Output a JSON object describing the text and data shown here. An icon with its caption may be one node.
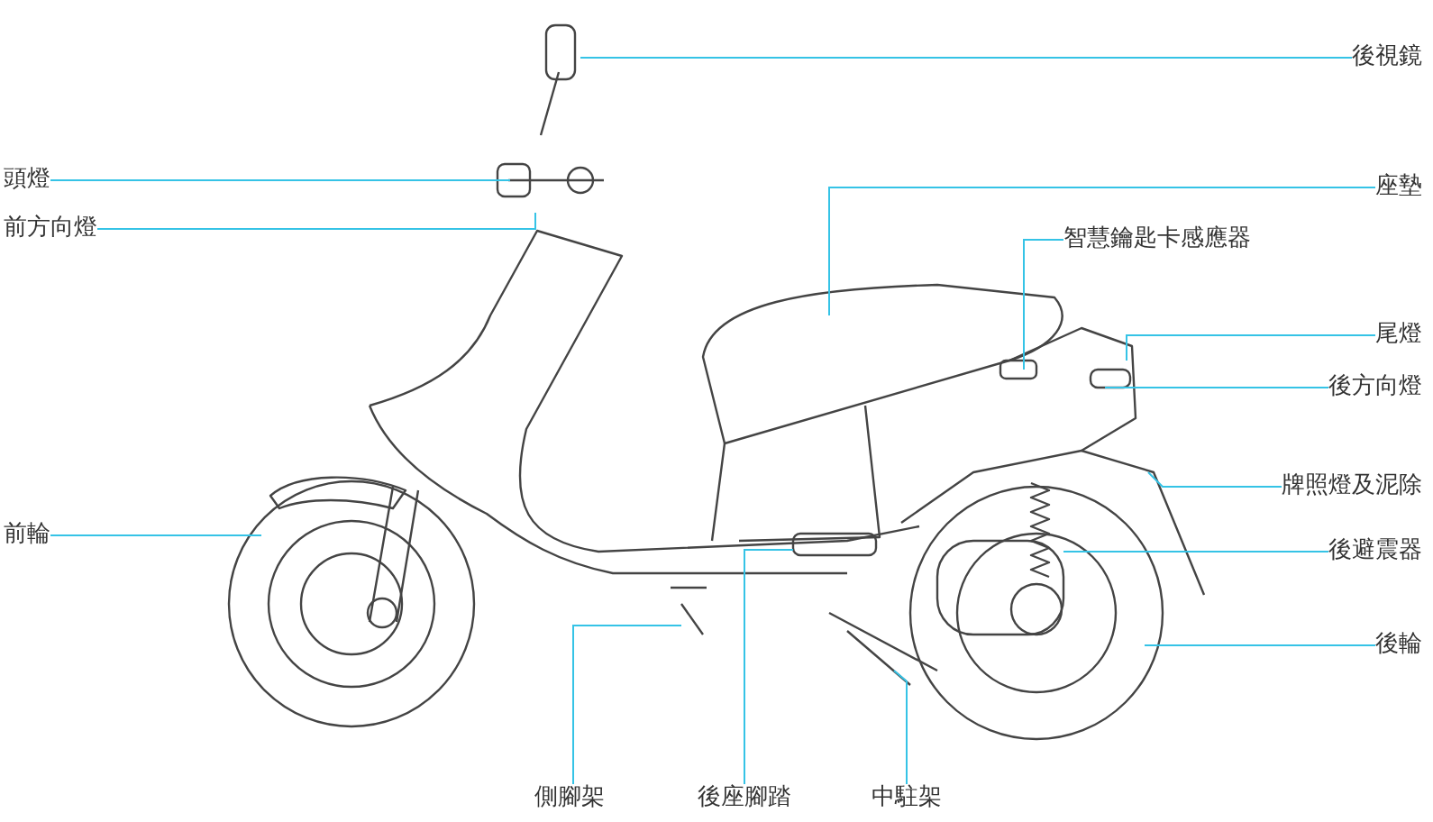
{
  "diagram": {
    "nodes": [
      {
        "text": [
          "後視鏡"
        ]
      },
      {
        "text": [
          "頭燈"
        ]
      },
      {
        "text": [
          "前方向燈"
        ]
      },
      {
        "text": [
          "座墊"
        ]
      },
      {
        "text": [
          "智慧鑰匙卡感應器"
        ]
      },
      {
        "text": [
          "尾燈"
        ]
      },
      {
        "text": [
          "後方向燈"
        ]
      },
      {
        "text": [
          "牌照燈及泥除"
        ]
      },
      {
        "text": [
          "前輪"
        ]
      },
      {
        "text": [
          "後避震器"
        ]
      },
      {
        "text": [
          "後輪"
        ]
      },
      {
        "text": [
          "側腳架"
        ]
      },
      {
        "text": [
          "後座腳踏"
        ]
      },
      {
        "text": [
          "中駐架"
        ]
      }
    ],
    "edges": [
      {
        "from": 0,
        "to": null,
        "arrow": "none"
      },
      {
        "from": 1,
        "to": null,
        "arrow": "none"
      },
      {
        "from": 2,
        "to": null,
        "arrow": "none"
      },
      {
        "from": 3,
        "to": null,
        "arrow": "none"
      },
      {
        "from": 4,
        "to": null,
        "arrow": "none"
      },
      {
        "from": 5,
        "to": null,
        "arrow": "none"
      },
      {
        "from": 6,
        "to": null,
        "arrow": "none"
      },
      {
        "from": 7,
        "to": null,
        "arrow": "none"
      },
      {
        "from": 8,
        "to": null,
        "arrow": "none"
      },
      {
        "from": 9,
        "to": null,
        "arrow": "none"
      },
      {
        "from": 10,
        "to": null,
        "arrow": "none"
      },
      {
        "from": 11,
        "to": null,
        "arrow": "none"
      },
      {
        "from": 12,
        "to": null,
        "arrow": "none"
      },
      {
        "from": 13,
        "to": null,
        "arrow": "none"
      }
    ]
  }
}
